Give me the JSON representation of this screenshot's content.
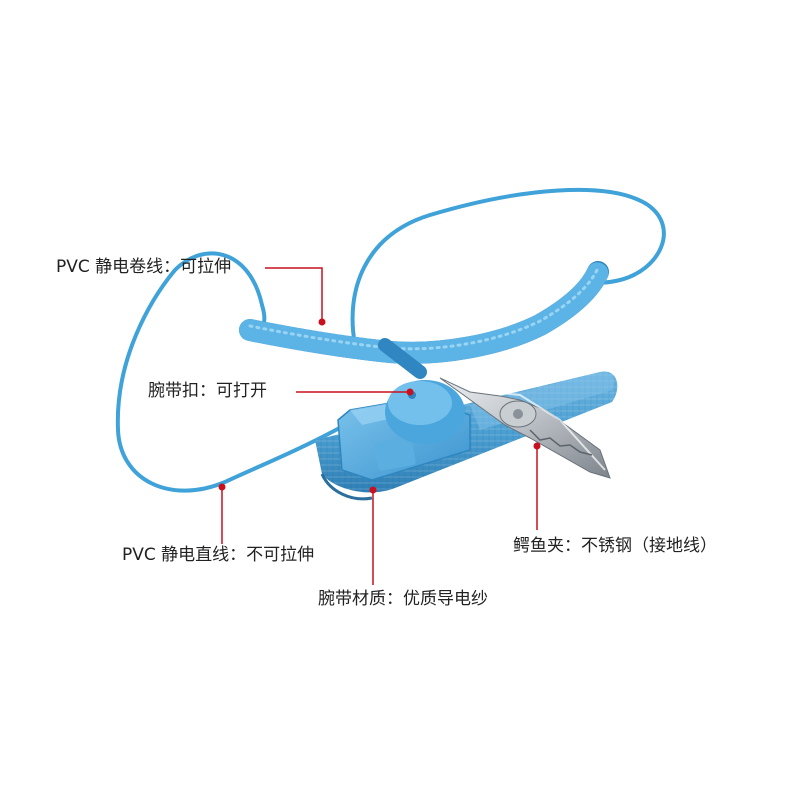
{
  "annotations": {
    "coiled_cord": "PVC 静电卷线：可拉伸",
    "buckle": "腕带扣：可打开",
    "straight_cord": "PVC 静电直线：不可拉伸",
    "band_material": "腕带材质：优质导电纱",
    "alligator_clip": "鳄鱼夹：不锈钢（接地线）"
  },
  "colors": {
    "cord_blue": "#3fa2d8",
    "band_blue": "#4b9fd2",
    "callout_line": "#c8101e",
    "metal": "#b9bec4",
    "text": "#222222"
  }
}
